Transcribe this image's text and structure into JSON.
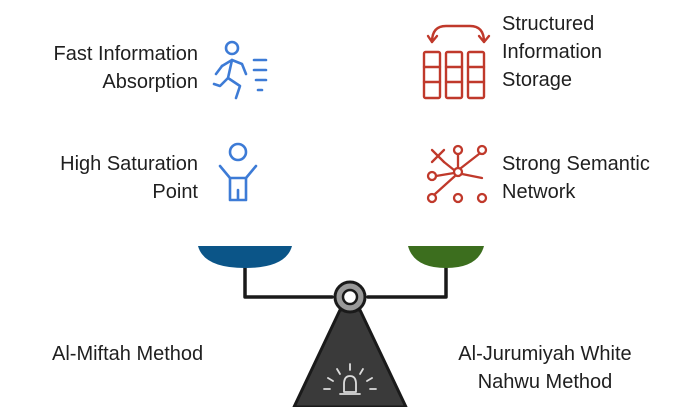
{
  "left_side": {
    "items": [
      {
        "label": "Fast Information\nAbsorption",
        "icon": "running-person-icon"
      },
      {
        "label": "High Saturation\nPoint",
        "icon": "person-arms-raised-icon"
      }
    ],
    "pan_color": "#0b5588",
    "method_label": "Al-Miftah Method"
  },
  "right_side": {
    "items": [
      {
        "label": "Structured\nInformation\nStorage",
        "icon": "grid-storage-icon"
      },
      {
        "label": "Strong Semantic\nNetwork",
        "icon": "network-nodes-icon"
      }
    ],
    "pan_color": "#3c6e1e",
    "method_label": "Al-Jurumiyah White\nNahwu Method"
  },
  "colors": {
    "left_icon": "#3d7bd6",
    "right_icon": "#c0392b",
    "beam": "#1a1a1a",
    "stand": "#3a3a3a",
    "stand_outline": "#1a1a1a"
  }
}
